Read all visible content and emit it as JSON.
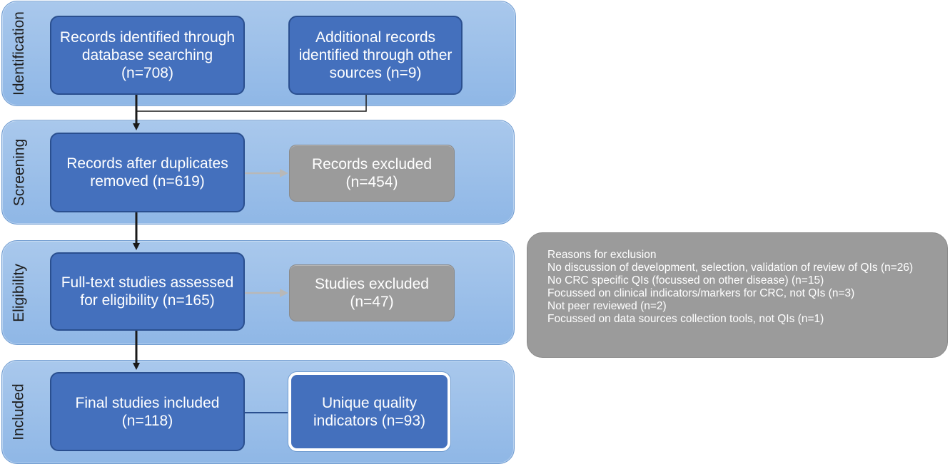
{
  "stages": [
    {
      "label": "Identification"
    },
    {
      "label": "Screening"
    },
    {
      "label": "Eligibility"
    },
    {
      "label": "Included"
    }
  ],
  "boxes": {
    "database_records": "Records identified through database searching (n=708)",
    "additional_records": "Additional records identified through other sources (n=9)",
    "after_duplicates": "Records after duplicates removed (n=619)",
    "records_excluded": "Records excluded (n=454)",
    "fulltext_assessed": "Full-text studies assessed for eligibility (n=165)",
    "studies_excluded": "Studies excluded (n=47)",
    "final_included": "Final studies included (n=118)",
    "unique_indicators": "Unique quality indicators (n=93)"
  },
  "reasons": {
    "title": "Reasons for exclusion",
    "items": [
      "No discussion of development, selection, validation of review of QIs (n=26)",
      "No CRC specific QIs (focussed on other disease) (n=15)",
      "Focussed on clinical indicators/markers for CRC, not QIs (n=3)",
      "Not peer reviewed (n=2)",
      "Focussed on data sources collection tools, not QIs (n=1)"
    ]
  },
  "colors": {
    "stage_band": "#9dc0ea",
    "process_box": "#4470bd",
    "excluded_box": "#9b9b9b",
    "arrow_main": "#1a1a1a",
    "arrow_excluded": "#b8b8b8"
  }
}
